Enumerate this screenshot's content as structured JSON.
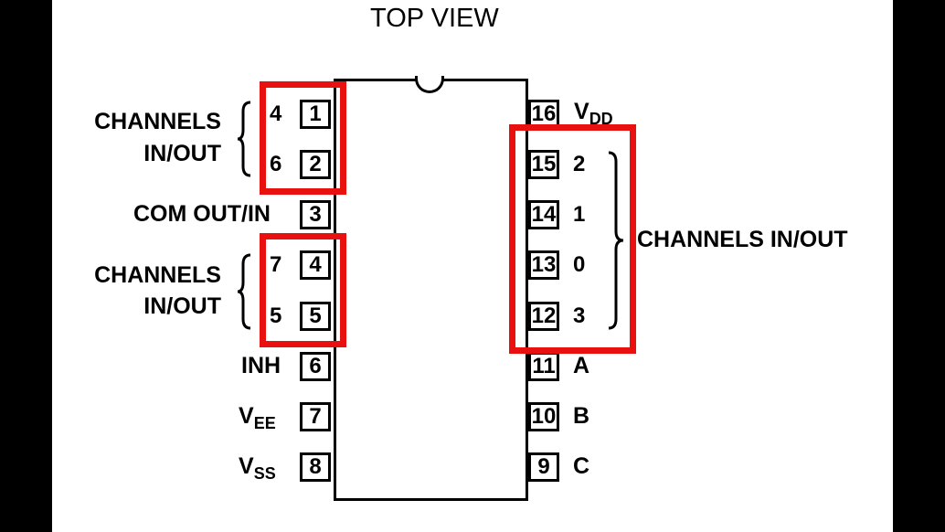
{
  "title": "TOP VIEW",
  "left_pins": [
    {
      "number": "1",
      "label": "",
      "channel": "4"
    },
    {
      "number": "2",
      "label": "",
      "channel": "6"
    },
    {
      "number": "3",
      "label": "COM OUT/IN",
      "channel": ""
    },
    {
      "number": "4",
      "label": "",
      "channel": "7"
    },
    {
      "number": "5",
      "label": "",
      "channel": "5"
    },
    {
      "number": "6",
      "label": "INH",
      "channel": ""
    },
    {
      "number": "7",
      "label": "V",
      "sub": "EE",
      "channel": ""
    },
    {
      "number": "8",
      "label": "V",
      "sub": "SS",
      "channel": ""
    }
  ],
  "right_pins": [
    {
      "number": "16",
      "label": "V",
      "sub": "DD"
    },
    {
      "number": "15",
      "label": "2"
    },
    {
      "number": "14",
      "label": "1"
    },
    {
      "number": "13",
      "label": "0"
    },
    {
      "number": "12",
      "label": "3"
    },
    {
      "number": "11",
      "label": "A"
    },
    {
      "number": "10",
      "label": "B"
    },
    {
      "number": "9",
      "label": "C"
    }
  ],
  "groups": {
    "left_top": {
      "line1": "CHANNELS",
      "line2": "IN/OUT"
    },
    "left_bottom": {
      "line1": "CHANNELS",
      "line2": "IN/OUT"
    },
    "right": {
      "label": "CHANNELS IN/OUT"
    }
  },
  "highlight_color": "#e8110f"
}
